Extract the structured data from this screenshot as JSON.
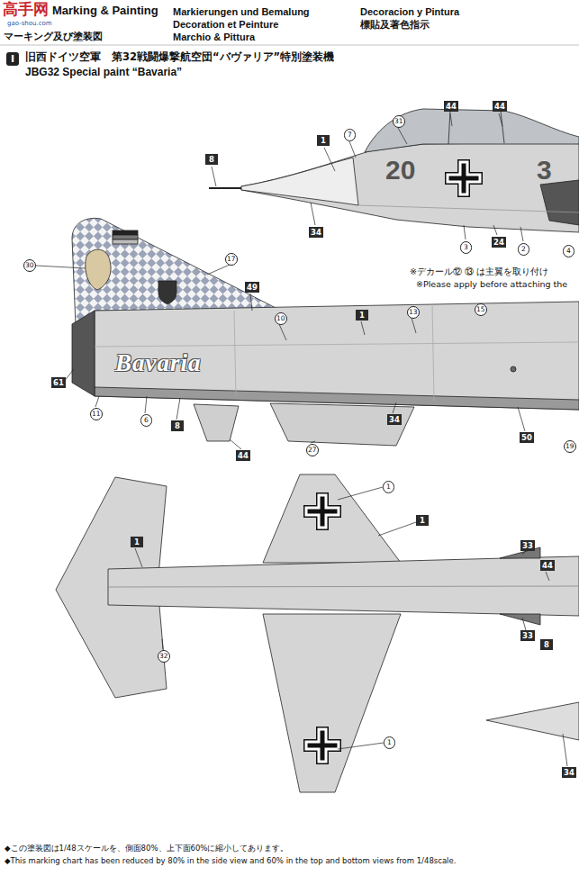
{
  "diagram": {
    "title": "Marking & Painting",
    "labels": [
      "高手网",
      "gao-shou.com",
      "マーキング及び塗装図",
      "Markierungen und Bemalung",
      "Decoration et Peinture",
      "Marchio & Pittura",
      "Decoracion y Pintura",
      "標貼及著色指示",
      "I",
      "旧西ドイツ空軍　第32戦闘爆撃航空団“バヴァリア”特別塗装機",
      "JBG32 Special paint “Bavaria”",
      "31",
      "44",
      "44",
      "1",
      "7",
      "8",
      "34",
      "20",
      "3",
      "3",
      "24",
      "2",
      "4",
      "※デカール⑫ ⑬ は主翼を取り付け",
      "※Please apply before attaching the",
      "30",
      "17",
      "49",
      "10",
      "1",
      "13",
      "15",
      "Bavaria",
      "61",
      "11",
      "6",
      "8",
      "44",
      "27",
      "34",
      "50",
      "19",
      "1",
      "1",
      "1",
      "33",
      "44",
      "33",
      "8",
      "32",
      "1",
      "34",
      "◆この塗装図は1/48スケールを、側面80%、上下面60%に縮小してあります。",
      "◆This marking chart has been reduced by 80% in the side view and 60% in the top and bottom views from 1/48scale."
    ]
  }
}
